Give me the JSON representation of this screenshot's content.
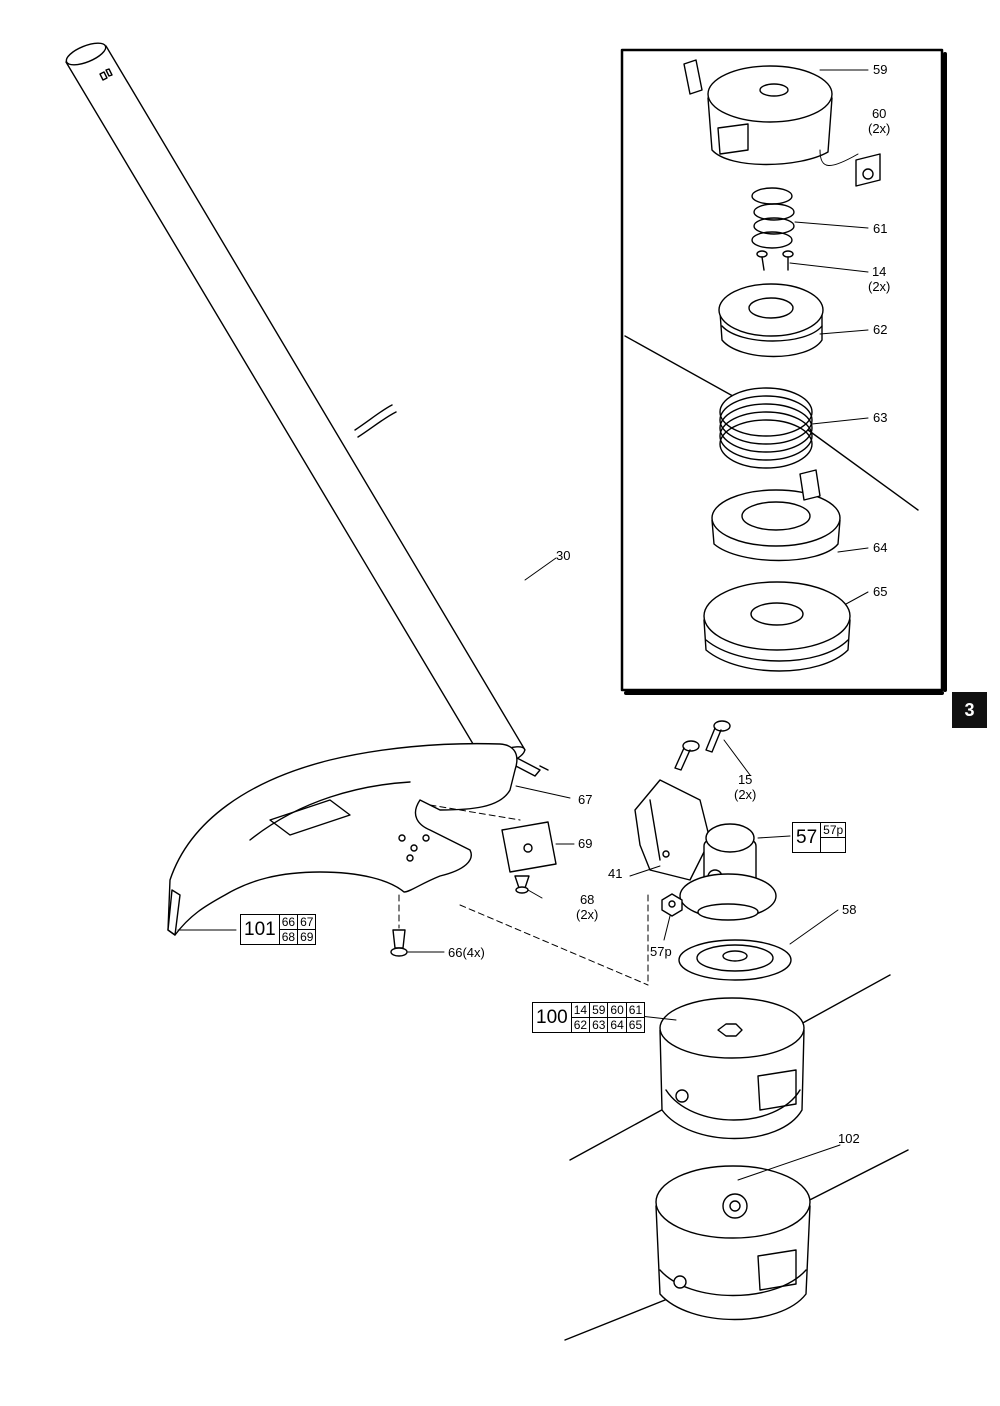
{
  "page": {
    "tab_number": "3"
  },
  "callouts": {
    "p59": "59",
    "p60": "60",
    "p60_qty": "(2x)",
    "p61": "61",
    "p14": "14",
    "p14_qty": "(2x)",
    "p62": "62",
    "p63": "63",
    "p64": "64",
    "p65": "65",
    "p30": "30",
    "p15": "15",
    "p15_qty": "(2x)",
    "p67": "67",
    "p69": "69",
    "p41": "41",
    "p68": "68",
    "p68_qty": "(2x)",
    "p58": "58",
    "p57p": "57p",
    "p66": "66(4x)",
    "p102": "102"
  },
  "kits": {
    "k57": {
      "main": "57",
      "parts": [
        "57p"
      ]
    },
    "k101": {
      "main": "101",
      "parts": [
        "66",
        "67",
        "68",
        "69"
      ]
    },
    "k100": {
      "main": "100",
      "parts": [
        "14",
        "59",
        "60",
        "61",
        "62",
        "63",
        "64",
        "65"
      ]
    }
  },
  "icons": {
    "shaft": "drive-shaft-tube",
    "guard": "trimmer-guard",
    "head": "trimmer-head",
    "spool": "line-spool",
    "spring": "compression-spring"
  }
}
